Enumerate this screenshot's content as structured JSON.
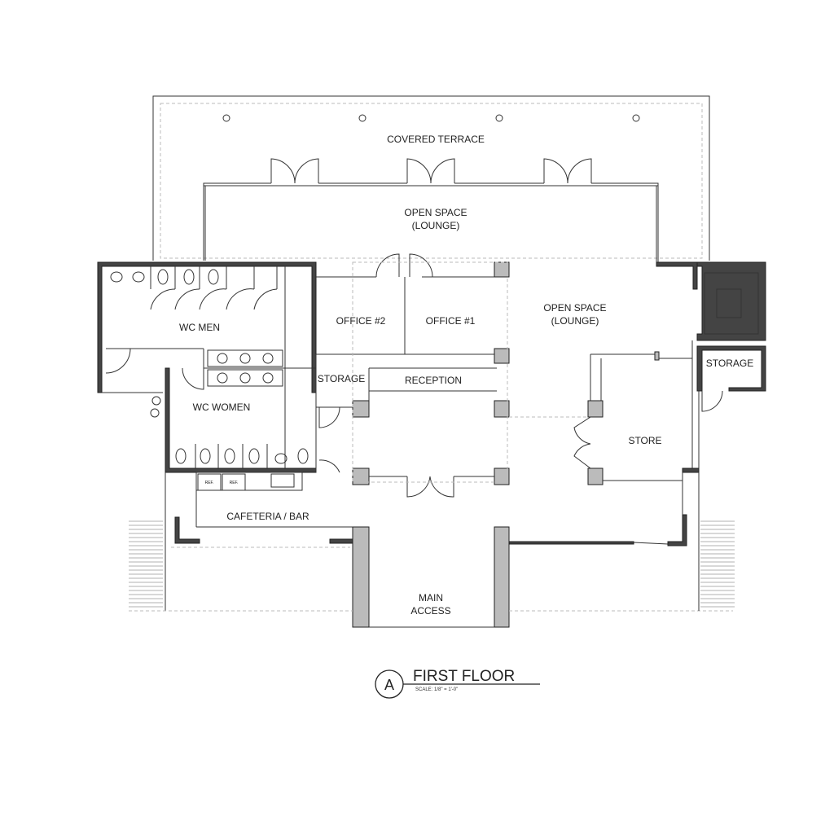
{
  "plan": {
    "rooms": {
      "covered_terrace": "COVERED TERRACE",
      "open_space_top_1": "OPEN SPACE",
      "open_space_top_2": "(LOUNGE)",
      "wc_men": "WC MEN",
      "wc_women": "WC WOMEN",
      "office_2": "OFFICE #2",
      "office_1": "OFFICE #1",
      "open_space_right_1": "OPEN SPACE",
      "open_space_right_2": "(LOUNGE)",
      "storage_left": "STORAGE",
      "reception": "RECEPTION",
      "storage_right": "STORAGE",
      "store": "STORE",
      "cafeteria": "CAFETERIA / BAR",
      "main_access_1": "MAIN",
      "main_access_2": "ACCESS",
      "ref_1": "REF.",
      "ref_2": "REF."
    },
    "title": {
      "marker": "A",
      "name": "FIRST FLOOR",
      "scale": "SCALE: 1/8\" = 1'-0\""
    }
  }
}
